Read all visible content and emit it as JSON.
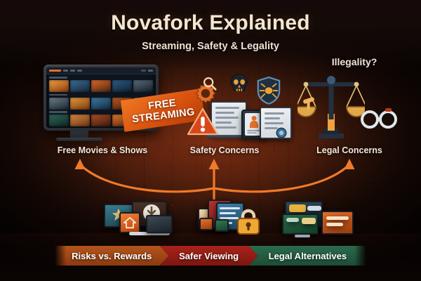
{
  "header": {
    "title": "Novafork Explained",
    "subtitle": "Streaming, Safety & Legality"
  },
  "annotations": {
    "illegality_label": "Illegality?",
    "free_badge_line1": "FREE",
    "free_badge_line2": "STREAMING"
  },
  "columns": [
    {
      "id": "free-movies",
      "caption": "Free Movies & Shows",
      "icons": [
        "television-icon",
        "movie-thumbnail-grid-icon",
        "streaming-catalog-icon"
      ]
    },
    {
      "id": "safety-concerns",
      "caption": "Safety Concerns",
      "icons": [
        "gear-icon",
        "magnifier-icon",
        "skull-icon",
        "shield-virus-icon",
        "warning-triangle-icon",
        "document-icon",
        "tablet-icon",
        "laptop-icon"
      ]
    },
    {
      "id": "legal-concerns",
      "caption": "Legal Concerns",
      "icons": [
        "balance-scales-icon",
        "gavel-icon",
        "handcuffs-icon"
      ]
    }
  ],
  "bottom_groups": [
    {
      "id": "risks-rewards-icons",
      "icons": [
        "monitor-icon",
        "download-icon",
        "home-app-icon",
        "laptop-icon"
      ]
    },
    {
      "id": "safer-viewing-icons",
      "icons": [
        "padlock-icon",
        "document-icon",
        "vpn-shield-icon",
        "folder-icon"
      ]
    },
    {
      "id": "legal-alternatives-icons",
      "icons": [
        "monitor-icon",
        "subscription-list-icon",
        "tv-icon"
      ]
    }
  ],
  "banner": {
    "segments": [
      {
        "label": "Risks vs. Rewards",
        "color": "#b4541c"
      },
      {
        "label": "Safer Viewing",
        "color": "#a8231c"
      },
      {
        "label": "Legal Alternatives",
        "color": "#2c6b4c"
      }
    ]
  },
  "flow": {
    "arrow_color": "#ef7a29",
    "arrowheads": [
      "left",
      "center-up",
      "right"
    ]
  },
  "theme": {
    "background_dark": "#140a08",
    "background_glow": "#7a2d12",
    "title_color": "#f4e6cf",
    "accent_orange": "#ef7a29",
    "warning_red": "#a8231c",
    "legal_green": "#2c6b4c"
  }
}
